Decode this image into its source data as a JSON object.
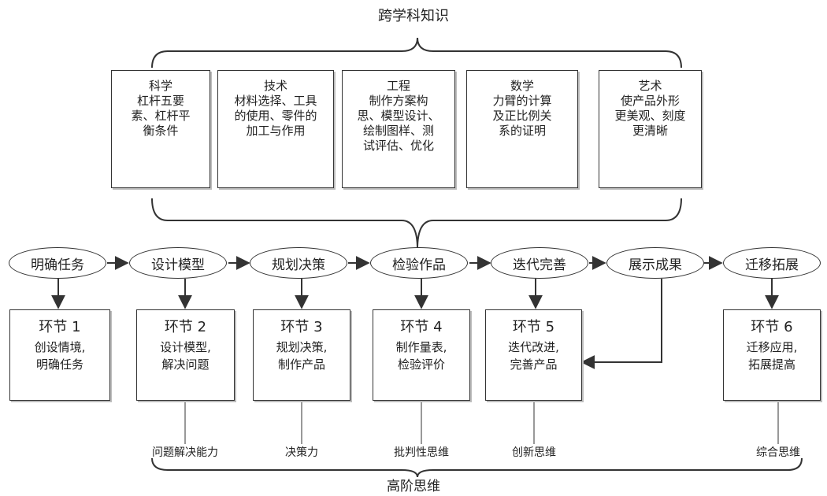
{
  "title_top": "跨学科知识",
  "title_bottom": "高阶思维",
  "disciplines": [
    {
      "name": "科学",
      "lines": [
        "杠杆五要",
        "素、杠杆平",
        "衡条件"
      ]
    },
    {
      "name": "技术",
      "lines": [
        "材料选择、工具",
        "的使用、零件的",
        "加工与作用"
      ]
    },
    {
      "name": "工程",
      "lines": [
        "制作方案构",
        "思、模型设计、",
        "绘制图样、测",
        "试评估、优化"
      ]
    },
    {
      "name": "数学",
      "lines": [
        "力臂的计算",
        "及正比例关",
        "系的证明"
      ]
    },
    {
      "name": "艺术",
      "lines": [
        "使产品外形",
        "更美观、刻度",
        "更清晰"
      ]
    }
  ],
  "flow": [
    "明确任务",
    "设计模型",
    "规划决策",
    "检验作品",
    "迭代完善",
    "展示成果",
    "迁移拓展"
  ],
  "steps": [
    {
      "title": "环节 1",
      "lines": [
        "创设情境,",
        "明确任务"
      ]
    },
    {
      "title": "环节 2",
      "lines": [
        "设计模型,",
        "解决问题"
      ]
    },
    {
      "title": "环节 3",
      "lines": [
        "规划决策,",
        "制作产品"
      ]
    },
    {
      "title": "环节 4",
      "lines": [
        "制作量表,",
        "检验评价"
      ]
    },
    {
      "title": "环节 5",
      "lines": [
        "迭代改进,",
        "完善产品"
      ]
    },
    {
      "title": "环节 6",
      "lines": [
        "迁移应用,",
        "拓展提高"
      ]
    }
  ],
  "abilities": [
    "问题解决能力",
    "决策力",
    "批判性思维",
    "创新思维",
    "综合思维"
  ]
}
